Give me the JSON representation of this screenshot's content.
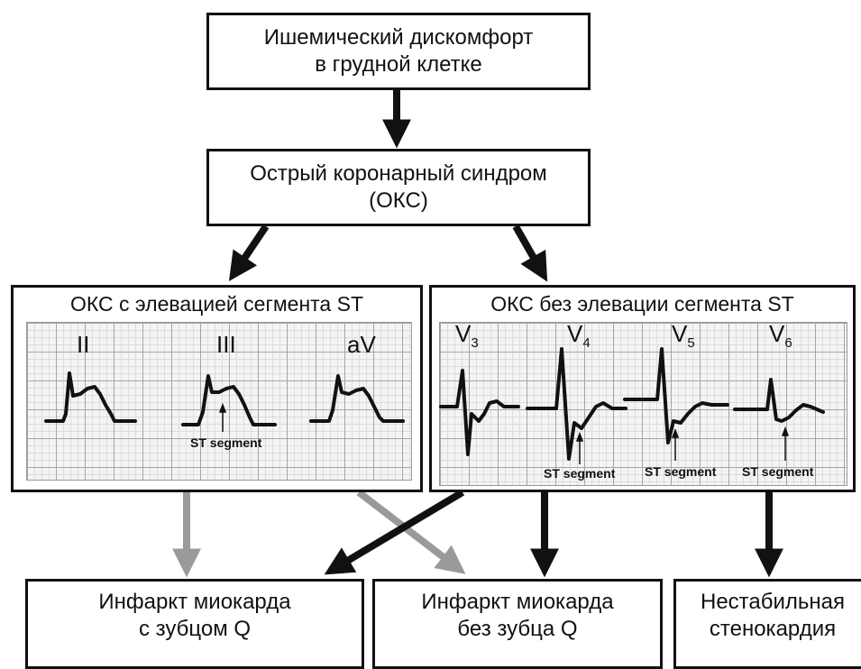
{
  "top_box": {
    "line1": "Ишемический дискомфорт",
    "line2": "в грудной клетке"
  },
  "acs_box": {
    "line1": "Острый коронарный синдром",
    "line2": "(ОКС)"
  },
  "panel_ste": {
    "title": "ОКС с элевацией сегмента ST",
    "leads": [
      "II",
      "III",
      "aV"
    ],
    "st_label": "ST segment"
  },
  "panel_nste": {
    "title": "ОКС без элевации сегмента ST",
    "leads": [
      {
        "base": "V",
        "sub": "3"
      },
      {
        "base": "V",
        "sub": "4"
      },
      {
        "base": "V",
        "sub": "5"
      },
      {
        "base": "V",
        "sub": "6"
      }
    ],
    "st_labels": [
      "ST segment",
      "ST segment",
      "ST segment"
    ]
  },
  "outcomes": {
    "q_wave_mi": {
      "line1": "Инфаркт миокарда",
      "line2": "с зубцом Q"
    },
    "non_q_wave_mi": {
      "line1": "Инфаркт миокарда",
      "line2": "без зубца Q"
    },
    "unstable_angina": {
      "line1": "Нестабильная",
      "line2": "стенокардия"
    }
  },
  "colors": {
    "primary_arrow": "#111111",
    "secondary_arrow": "#9a9a9a"
  }
}
